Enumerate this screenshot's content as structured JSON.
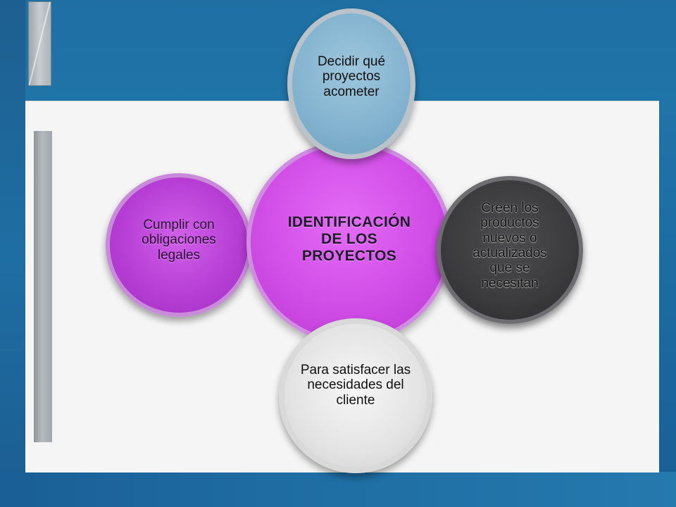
{
  "diagram": {
    "center": {
      "label": "IDENTIFICACIÓN DE LOS PROYECTOS",
      "color": "#d24fe8"
    },
    "top": {
      "label": "Decidir qué proyectos acometer",
      "color": "#84b4d0"
    },
    "right": {
      "label": "Creen los productos nuevos o actualizados que se necesitan",
      "color": "#3b3b3d"
    },
    "bottom": {
      "label": "Para satisfacer las necesidades del cliente",
      "color": "#e4e4e4"
    },
    "left": {
      "label": "Cumplir con obligaciones legales",
      "color": "#b83fd6"
    }
  },
  "theme": {
    "background": "#1f6fa3",
    "panel": "#f5f5f6"
  }
}
